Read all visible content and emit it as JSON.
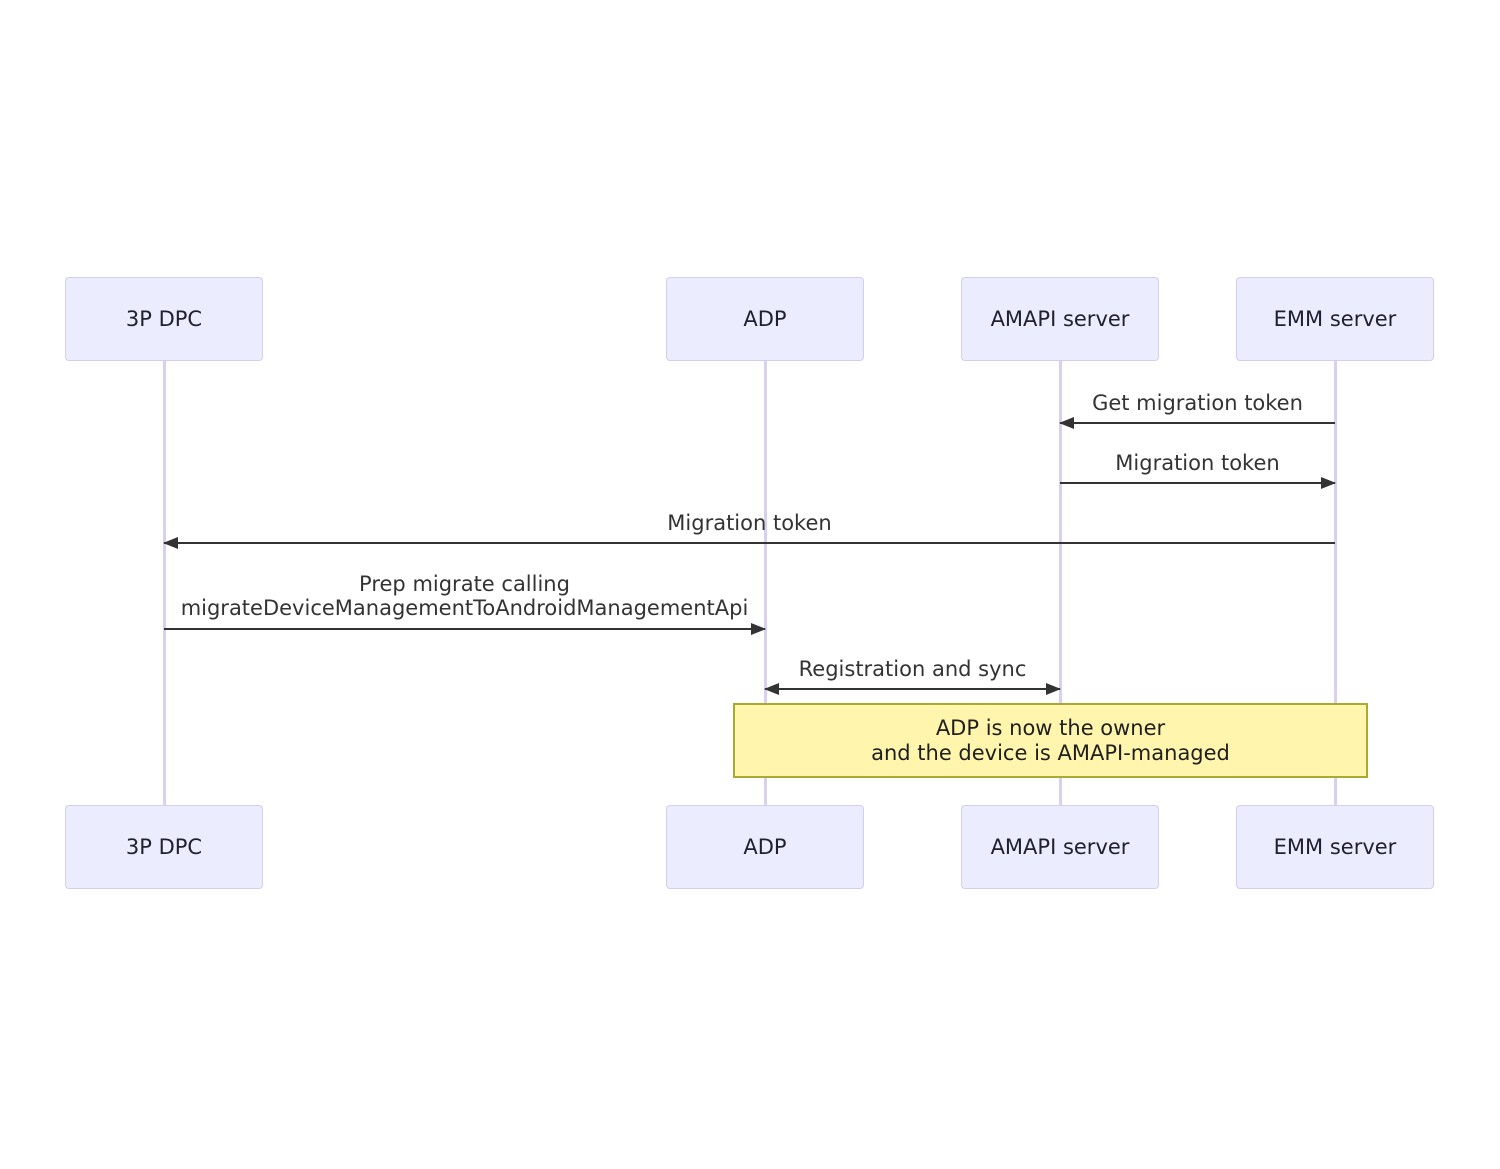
{
  "diagram": {
    "type": "sequence-diagram",
    "actors": [
      {
        "name": "3P DPC"
      },
      {
        "name": "ADP"
      },
      {
        "name": "AMAPI server"
      },
      {
        "name": "EMM server"
      }
    ],
    "messages": [
      {
        "label": "Get migration token",
        "from": "EMM server",
        "to": "AMAPI server",
        "arrow": "left"
      },
      {
        "label": "Migration token",
        "from": "AMAPI server",
        "to": "EMM server",
        "arrow": "right"
      },
      {
        "label": "Migration token",
        "from": "EMM server",
        "to": "3P DPC",
        "arrow": "left"
      },
      {
        "label": "Prep migrate calling",
        "label2": "migrateDeviceManagementToAndroidManagementApi",
        "from": "3P DPC",
        "to": "ADP",
        "arrow": "right"
      },
      {
        "label": "Registration and sync",
        "from": "ADP",
        "to": "AMAPI server",
        "arrow": "both"
      }
    ],
    "note": {
      "line1": "ADP is now the owner",
      "line2": "and the device is AMAPI-managed",
      "over": [
        "ADP",
        "EMM server"
      ]
    },
    "colors": {
      "actor_fill": "#ececff",
      "actor_border": "#d3ccf3",
      "lifeline": "#d9cfee",
      "arrow": "#333333",
      "note_fill": "#fff5ad",
      "note_border": "#aaaa33"
    }
  }
}
